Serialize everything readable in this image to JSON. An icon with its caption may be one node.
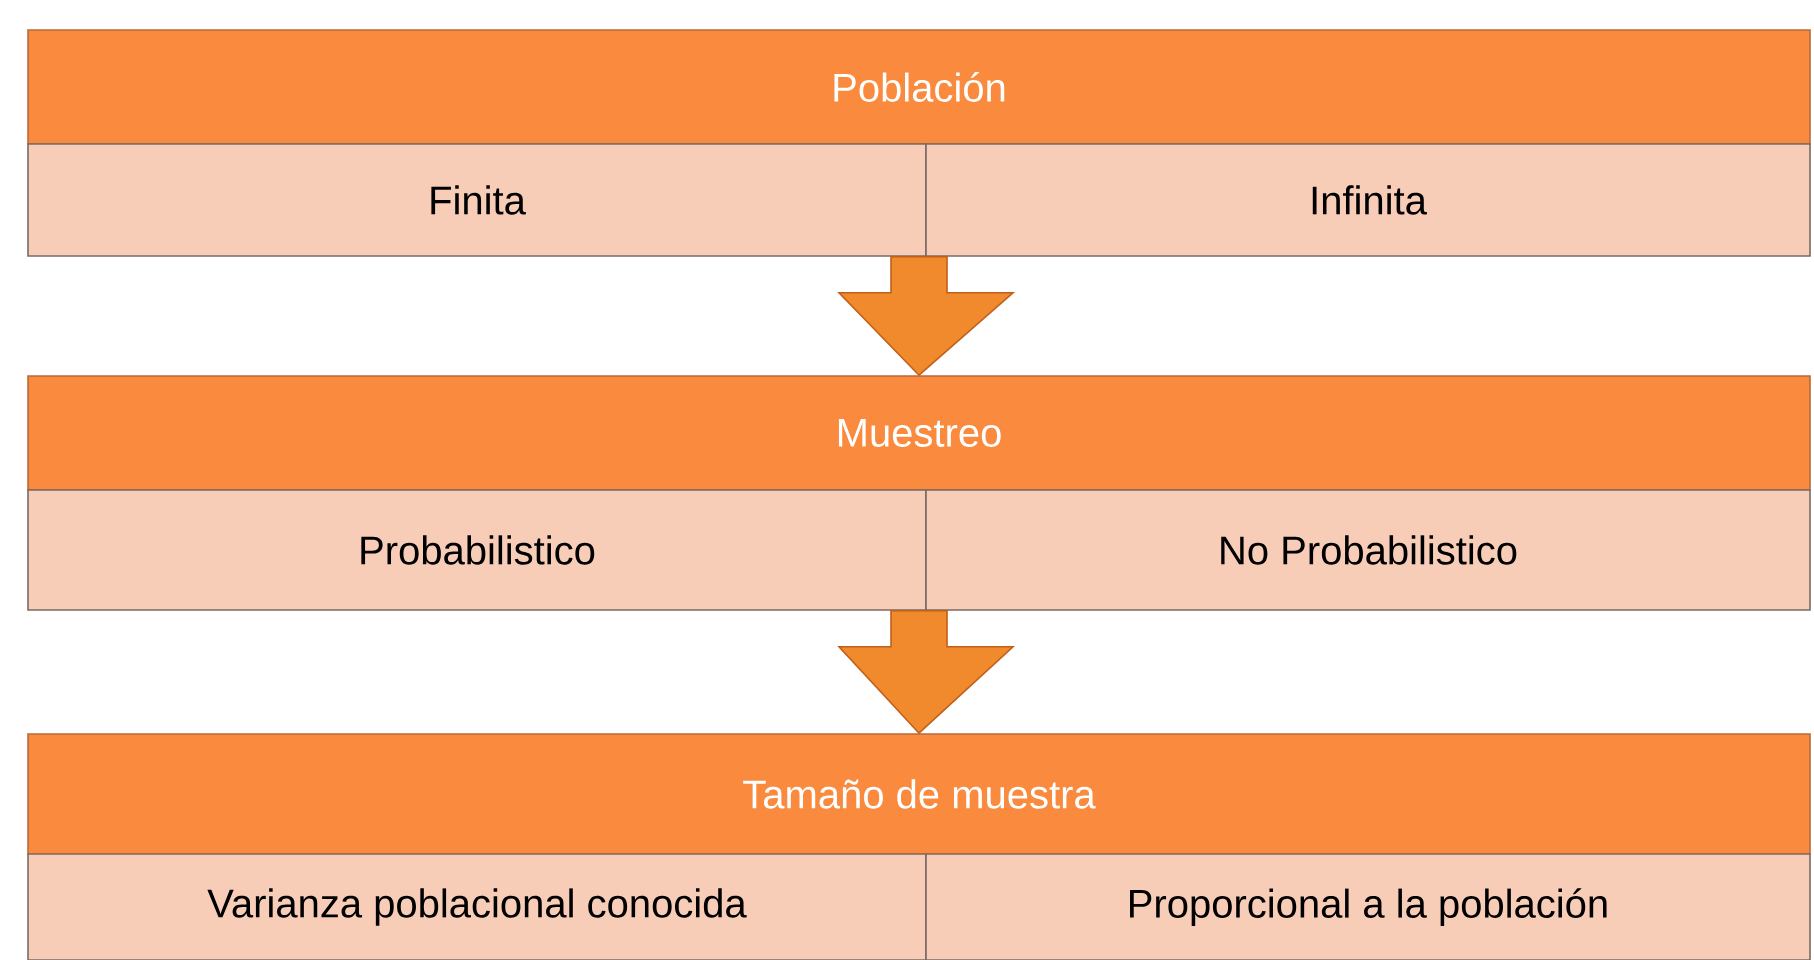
{
  "diagram": {
    "nodes": [
      {
        "text": [
          "Población"
        ]
      },
      {
        "text": [
          "Finita"
        ]
      },
      {
        "text": [
          "Infinita"
        ]
      },
      {
        "text": [
          "Muestreo"
        ]
      },
      {
        "text": [
          "Probabilistico"
        ]
      },
      {
        "text": [
          "No Probabilistico"
        ]
      },
      {
        "text": [
          "Tamaño de muestra"
        ]
      },
      {
        "text": [
          "Varianza poblacional conocida"
        ]
      },
      {
        "text": [
          "Proporcional a la población"
        ]
      }
    ],
    "edges": [
      {
        "from": 1,
        "to": 3,
        "arrow": "to"
      },
      {
        "from": 2,
        "to": 3,
        "arrow": "to"
      },
      {
        "from": 4,
        "to": 6,
        "arrow": "to"
      },
      {
        "from": 5,
        "to": 6,
        "arrow": "to"
      }
    ]
  }
}
